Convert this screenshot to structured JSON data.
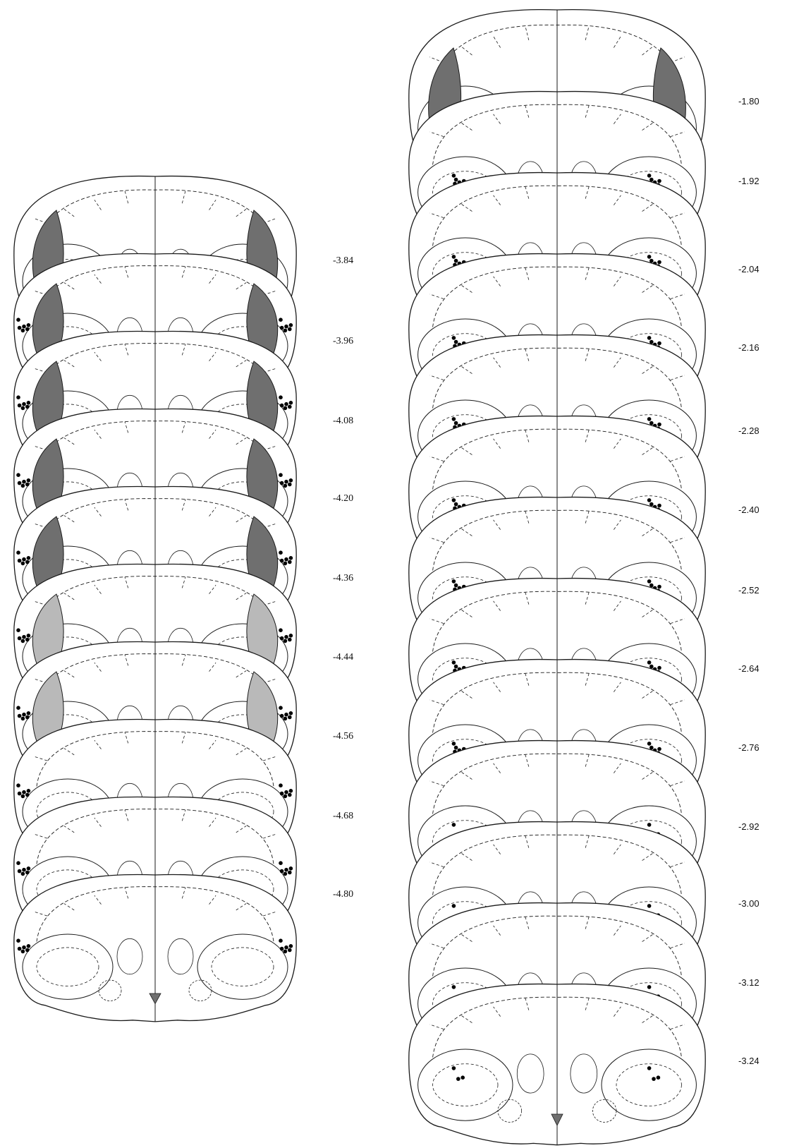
{
  "figure": {
    "left_column": {
      "labels": [
        "-3.84",
        "-3.96",
        "-4.08",
        "-4.20",
        "-4.36",
        "-4.44",
        "-4.56",
        "-4.68",
        "-4.80"
      ]
    },
    "right_column": {
      "labels": [
        "-1.80",
        "-1.92",
        "-2.04",
        "-2.16",
        "-2.28",
        "-2.40",
        "-2.52",
        "-2.64",
        "-2.76",
        "-2.92",
        "-3.00",
        "-3.12",
        "-3.24"
      ]
    }
  },
  "colors": {
    "outline": "#1a1a1a",
    "dark_fill": "#6f6f6f",
    "light_fill": "#b9b9b9",
    "dot": "#000000",
    "background": "#ffffff"
  }
}
